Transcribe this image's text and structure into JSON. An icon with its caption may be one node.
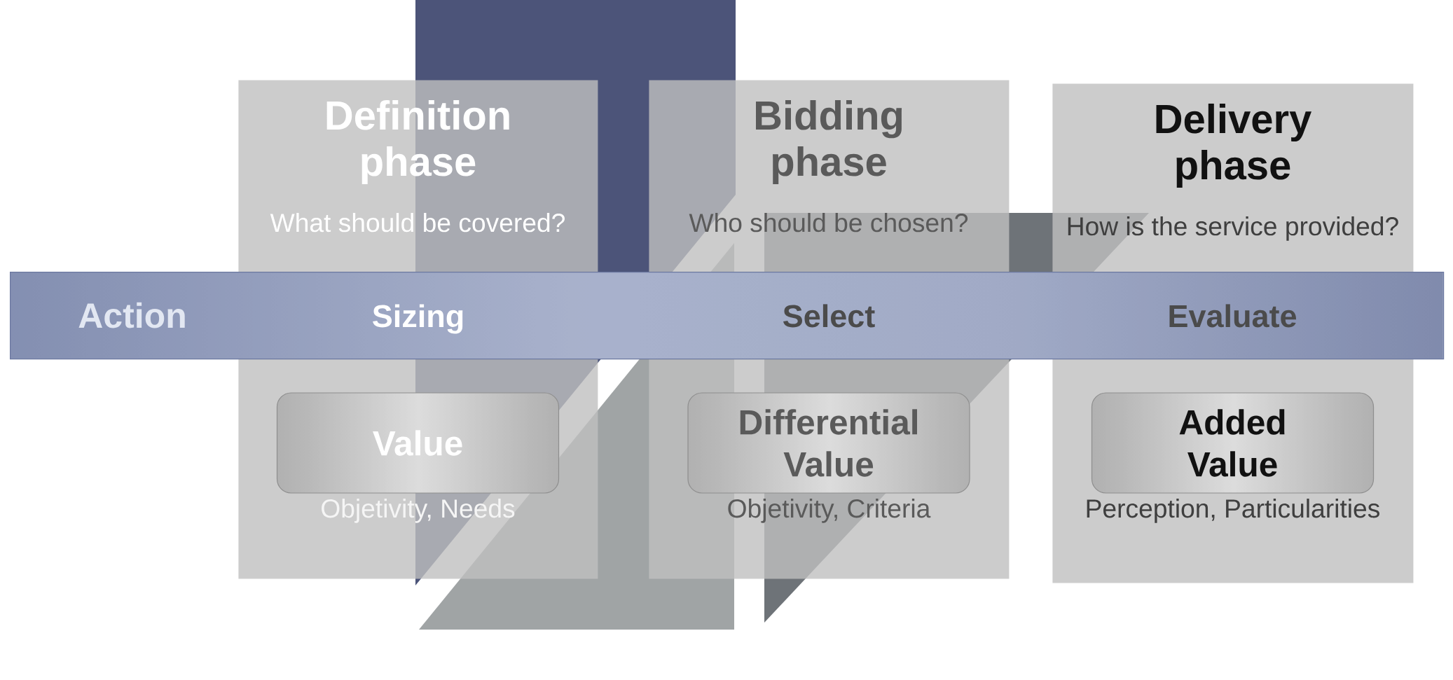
{
  "diagram": {
    "nodes": [
      {
        "text": [
          "Definition phase",
          "What should be covered?"
        ]
      },
      {
        "text": [
          "Bidding phase",
          "Who should be chosen?"
        ]
      },
      {
        "text": [
          "Delivery phase",
          "How is the service provided?"
        ]
      },
      {
        "text": [
          "Action",
          "Sizing",
          "Select",
          "Evaluate"
        ]
      },
      {
        "text": [
          "Value"
        ],
        "in": 0,
        "beside": [
          "Objetivity, Needs"
        ]
      },
      {
        "text": [
          "Differential Value"
        ],
        "in": 1,
        "beside": [
          "Objetivity, Criteria"
        ]
      },
      {
        "text": [
          "Added Value"
        ],
        "in": 2,
        "beside": [
          "Perception, Particularities"
        ]
      }
    ]
  }
}
